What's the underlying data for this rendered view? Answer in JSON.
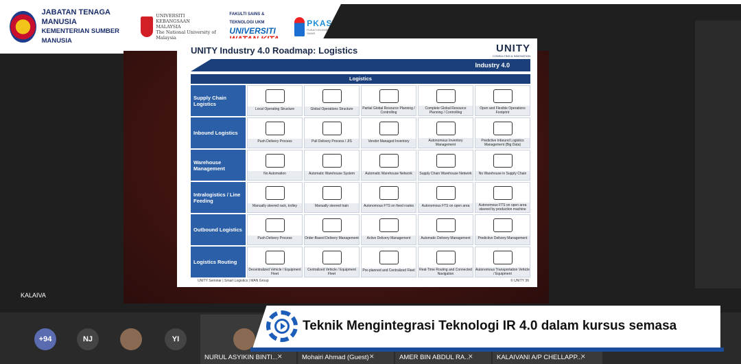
{
  "banner": {
    "org_line1": "JABATAN TENAGA MANUSIA",
    "org_line2": "KEMENTERIAN SUMBER MANUSIA",
    "ukm_line1": "UNIVERSITI",
    "ukm_line2": "KEBANGSAAN",
    "ukm_line3": "MALAYSIA",
    "ukm_line4": "The National University of Malaysia",
    "uwk_top": "FAKULTI SAINS & TEKNOLOGI UKM",
    "uwk_mid": "UNIVERSITI",
    "uwk_bot": "WATAN KITA",
    "pkas": "PKAS",
    "pkas_sub": "PUSAT KECEMERLANGAN SAINS"
  },
  "slide": {
    "title": "UNITY Industry 4.0 Roadmap: Logistics",
    "logo": "UNITY",
    "logo_sub": "CONSULTING & INNOVATION",
    "band": "Industry 4.0",
    "header": "Logistics",
    "rows": [
      {
        "label": "Supply Chain Logistics",
        "cells": [
          "Local Operating Structure",
          "Global Operations Structure",
          "Partial Global Resource Planning / Controlling",
          "Complete Global Resource Planning / Controlling",
          "Open and Flexible Operations Footprint"
        ]
      },
      {
        "label": "Inbound Logistics",
        "cells": [
          "Push Delivery Process",
          "Pull Delivery Process / JIS",
          "Vendor Managed Inventory",
          "Autonomous Inventory Management",
          "Predictive Inbound Logistics Management (Big Data)"
        ]
      },
      {
        "label": "Warehouse Management",
        "cells": [
          "No Automation",
          "Automatic Warehouse System",
          "Automatic Warehouse Network",
          "Supply Chain Warehouse Network",
          "No Warehouse in Supply Chain"
        ]
      },
      {
        "label": "Intralogistics / Line Feeding",
        "cells": [
          "Manually steered rack, trolley",
          "Manually steered train",
          "Autonomous FTS on fixed routes",
          "Autonomous FTS on open area",
          "Autonomous FTS on open area steered by production machine"
        ]
      },
      {
        "label": "Outbound Logistics",
        "cells": [
          "Push Delivery Process",
          "Order-Based Delivery Management",
          "Active Delivery Management",
          "Automatic Delivery Management",
          "Predictive Delivery Management"
        ]
      },
      {
        "label": "Logistics Routing",
        "cells": [
          "Decentralized Vehicle / Equipment Fleet",
          "Centralized Vehicle / Equipment Fleet",
          "Pre-planned and Centralized Fleet",
          "Real-Time Routing and Connected Navigation",
          "Autonomous Transportation Vehicle / Equipment"
        ]
      }
    ],
    "footer_left": "UNITY Seminar | Smart Logistics | MAN Group",
    "footer_right": "© UNITY     36"
  },
  "left_name": "KALAIVA",
  "participants": {
    "more": "+94",
    "p1": "NJ",
    "p3": "YI",
    "tiles": [
      "NURUL ASYIKIN BINTI...",
      "Mohairi Ahmad (Guest)",
      "AMER BIN ABDUL RA...",
      "KALAIVANI A/P CHELLAPP..."
    ]
  },
  "caption": "Teknik Mengintegrasi Teknologi IR 4.0 dalam kursus semasa",
  "colors": {
    "accent": "#1b5db8",
    "slide_blue": "#1b3f7a",
    "row_blue": "#2b5fa8"
  }
}
